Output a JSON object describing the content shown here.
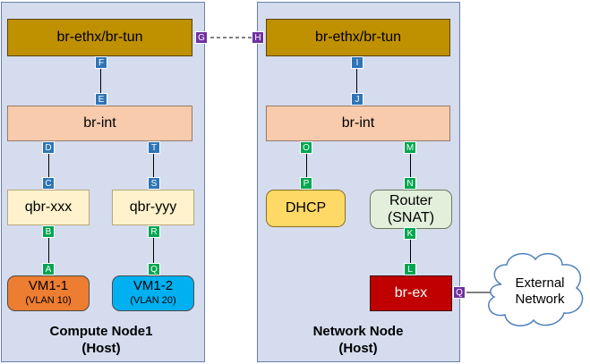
{
  "hosts": {
    "compute": {
      "name": "Compute Node1",
      "sub": "(Host)"
    },
    "network": {
      "name": "Network Node",
      "sub": "(Host)"
    }
  },
  "bridges": {
    "compute_ethx": "br-ethx/br-tun",
    "network_ethx": "br-ethx/br-tun",
    "compute_int": "br-int",
    "network_int": "br-int",
    "qbr_xxx": "qbr-xxx",
    "qbr_yyy": "qbr-yyy",
    "dhcp": "DHCP",
    "router": "Router",
    "router_sub": "(SNAT)",
    "br_ex": "br-ex"
  },
  "vms": {
    "vm1": {
      "name": "VM1-1",
      "vlan": "(VLAN 10)"
    },
    "vm2": {
      "name": "VM1-2",
      "vlan": "(VLAN 20)"
    }
  },
  "ports": {
    "A": "A",
    "B": "B",
    "C": "C",
    "D": "D",
    "E": "E",
    "F": "F",
    "G": "G",
    "H": "H",
    "I": "I",
    "J": "J",
    "K": "K",
    "L": "L",
    "M": "M",
    "N": "N",
    "O": "O",
    "P": "P",
    "Q": "Q",
    "R": "R",
    "S": "S",
    "T": "T",
    "Q2": "Q"
  },
  "external": {
    "line1": "External",
    "line2": "Network"
  },
  "colors": {
    "host_bg": "#d4dcee",
    "br_ethx": "#bf9000",
    "br_int": "#f8cbad",
    "qbr": "#fff2cc",
    "dhcp": "#ffd966",
    "router": "#e2efda",
    "br_ex": "#c00000",
    "vm1": "#ed7d31",
    "vm2": "#00b0f0",
    "port_blue": "#2e75b6",
    "port_green": "#00a651",
    "port_purple": "#7030a0"
  }
}
